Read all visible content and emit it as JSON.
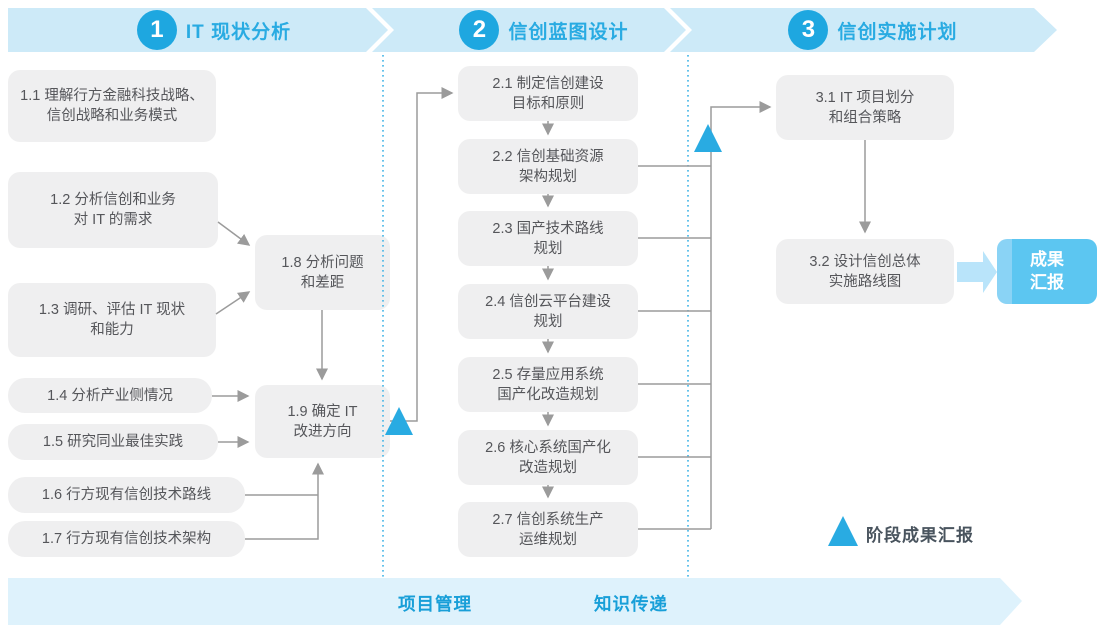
{
  "phases": [
    {
      "number": "1",
      "title": "IT 现状分析"
    },
    {
      "number": "2",
      "title": "信创蓝图设计"
    },
    {
      "number": "3",
      "title": "信创实施计划"
    }
  ],
  "steps": {
    "s11": {
      "l1": "1.1 理解行方金融科技战略、",
      "l2": "信创战略和业务模式"
    },
    "s12": {
      "l1": "1.2 分析信创和业务",
      "l2": "对 IT 的需求"
    },
    "s13": {
      "l1": "1.3 调研、评估 IT 现状",
      "l2": "和能力"
    },
    "s14": {
      "l1": "1.4 分析产业侧情况"
    },
    "s15": {
      "l1": "1.5 研究同业最佳实践"
    },
    "s16": {
      "l1": "1.6 行方现有信创技术路线"
    },
    "s17": {
      "l1": "1.7 行方现有信创技术架构"
    },
    "s18": {
      "l1": "1.8 分析问题",
      "l2": "和差距"
    },
    "s19": {
      "l1": "1.9 确定 IT",
      "l2": "改进方向"
    },
    "s21": {
      "l1": "2.1 制定信创建设",
      "l2": "目标和原则"
    },
    "s22": {
      "l1": "2.2 信创基础资源",
      "l2": "架构规划"
    },
    "s23": {
      "l1": "2.3 国产技术路线",
      "l2": "规划"
    },
    "s24": {
      "l1": "2.4 信创云平台建设",
      "l2": "规划"
    },
    "s25": {
      "l1": "2.5 存量应用系统",
      "l2": "国产化改造规划"
    },
    "s26": {
      "l1": "2.6 核心系统国产化",
      "l2": "改造规划"
    },
    "s27": {
      "l1": "2.7 信创系统生产",
      "l2": "运维规划"
    },
    "s31": {
      "l1": "3.1 IT 项目划分",
      "l2": "和组合策略"
    },
    "s32": {
      "l1": "3.2 设计信创总体",
      "l2": "实施路线图"
    }
  },
  "outcome": {
    "l1": "成果",
    "l2": "汇报"
  },
  "legend": {
    "label": "阶段成果汇报"
  },
  "bottom": {
    "left_label": "项目管理",
    "right_label": "知识传递"
  },
  "colors": {
    "accent_blue": "#29abe2",
    "circle_blue": "#1ea7e0",
    "band_fill": "#cdeaf8",
    "bottom_band_fill": "#def2fc",
    "node_fill": "#efeff0",
    "node_text": "#55565a",
    "connector_gray": "#9b9b9b",
    "outcome_fill": "#5cc6f1",
    "fat_arrow_fill": "#b9e4fa",
    "bottom_label_blue": "#189fd8"
  }
}
